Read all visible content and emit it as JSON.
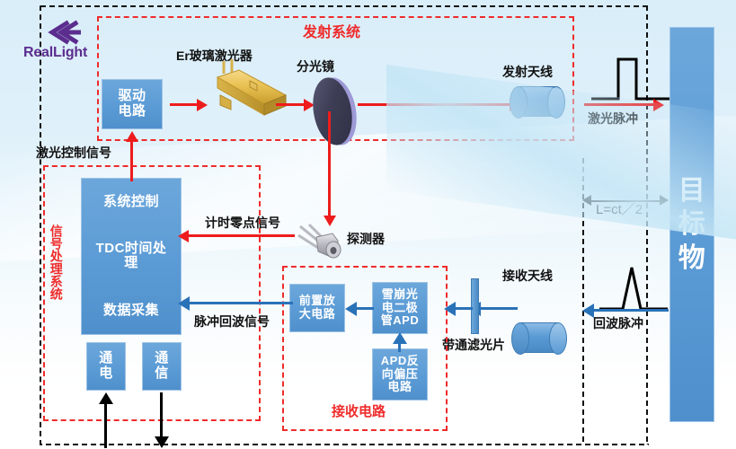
{
  "brand": {
    "name": "RealLight",
    "color": "#5b2d8e",
    "logo_icon": "double-chevron-left-icon"
  },
  "colors": {
    "box_blue": "#5b9bd5",
    "red_accent": "#ef2b2b",
    "blue_arrow": "#2a72b8",
    "red_arrow": "#ee1c1c",
    "background": "#dff0fa"
  },
  "groups": {
    "emission_system": "发射系统",
    "signal_processing_system": "信号处理系统",
    "receiving_circuit": "接收电路"
  },
  "blocks": {
    "drive_circuit": [
      "驱动",
      "电路"
    ],
    "system_control": "系统控制",
    "tdc": [
      "TDC时间处",
      "理"
    ],
    "data_acquisition": "数据采集",
    "power": [
      "通",
      "电"
    ],
    "comm": [
      "通",
      "信"
    ],
    "preamp": [
      "前置放",
      "大电路"
    ],
    "apd": [
      "雪崩光",
      "电二极",
      "管APD"
    ],
    "apd_bias": [
      "APD反",
      "向偏压",
      "电路"
    ],
    "target": [
      "目",
      "标",
      "物"
    ]
  },
  "components": {
    "er_glass_laser": "Er玻璃激光器",
    "beam_splitter": "分光镜",
    "transmit_antenna": "发射天线",
    "detector": "探测器",
    "receive_antenna": "接收天线",
    "bandpass_filter": "带通滤光片"
  },
  "signals": {
    "laser_control": "激光控制信号",
    "timing_zero": "计时零点信号",
    "pulse_echo_signal": "脉冲回波信号",
    "laser_pulse": "激光脉冲",
    "echo_pulse": "回波脉冲"
  },
  "annotations": {
    "range_equation": "L=ct／2"
  },
  "icons": {
    "laser_diode": "laser-diode-icon",
    "beam_splitter": "beam-splitter-disc-icon",
    "detector": "photodetector-icon",
    "square_pulse": "square-pulse-waveform-icon",
    "peak_pulse": "peak-pulse-waveform-icon"
  }
}
